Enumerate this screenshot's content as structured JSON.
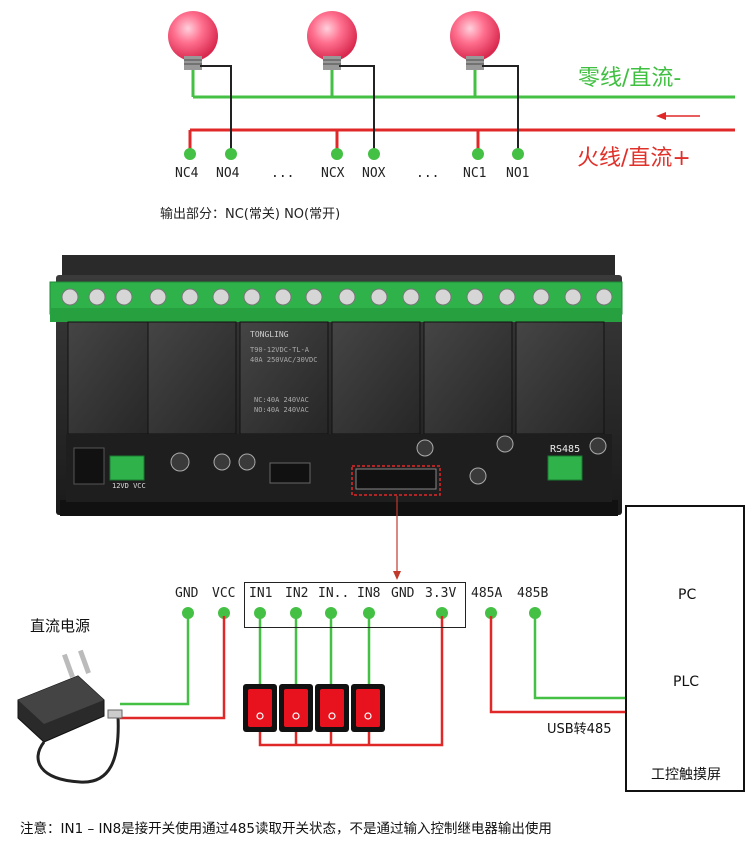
{
  "wires": {
    "neutral_label": "零线/直流-",
    "live_label": "火线/直流+",
    "neutral_color": "#44c044",
    "live_color": "#e02828"
  },
  "outputs": {
    "labels": [
      "NC4",
      "NO4",
      "...",
      "NCX",
      "NOX",
      "...",
      "NC1",
      "NO1"
    ],
    "description": "输出部分：NC(常关)  NO(常开)"
  },
  "board": {
    "relay_brand": "TONGLING",
    "relay_model": "T90-12VDC-TL-A",
    "relay_rating": "40A 250VAC/30VDC",
    "relay_nc": "NC:40A 240VAC",
    "relay_no": "NO:40A 240VAC",
    "rs485_label": "RS485",
    "power_label": "12VD VCC",
    "relay_count": 6
  },
  "inputs": {
    "pins": [
      "GND",
      "VCC",
      "IN1",
      "IN2",
      "IN..",
      "IN8",
      "GND",
      "3.3V",
      "485A",
      "485B"
    ]
  },
  "power_supply": {
    "label": "直流电源"
  },
  "usb_label": "USB转485",
  "devices": {
    "pc": "PC",
    "plc": "PLC",
    "touch": "工控触摸屏"
  },
  "note": "注意：IN1  –  IN8是接开关使用通过485读取开关状态，不是通过输入控制继电器输出使用"
}
